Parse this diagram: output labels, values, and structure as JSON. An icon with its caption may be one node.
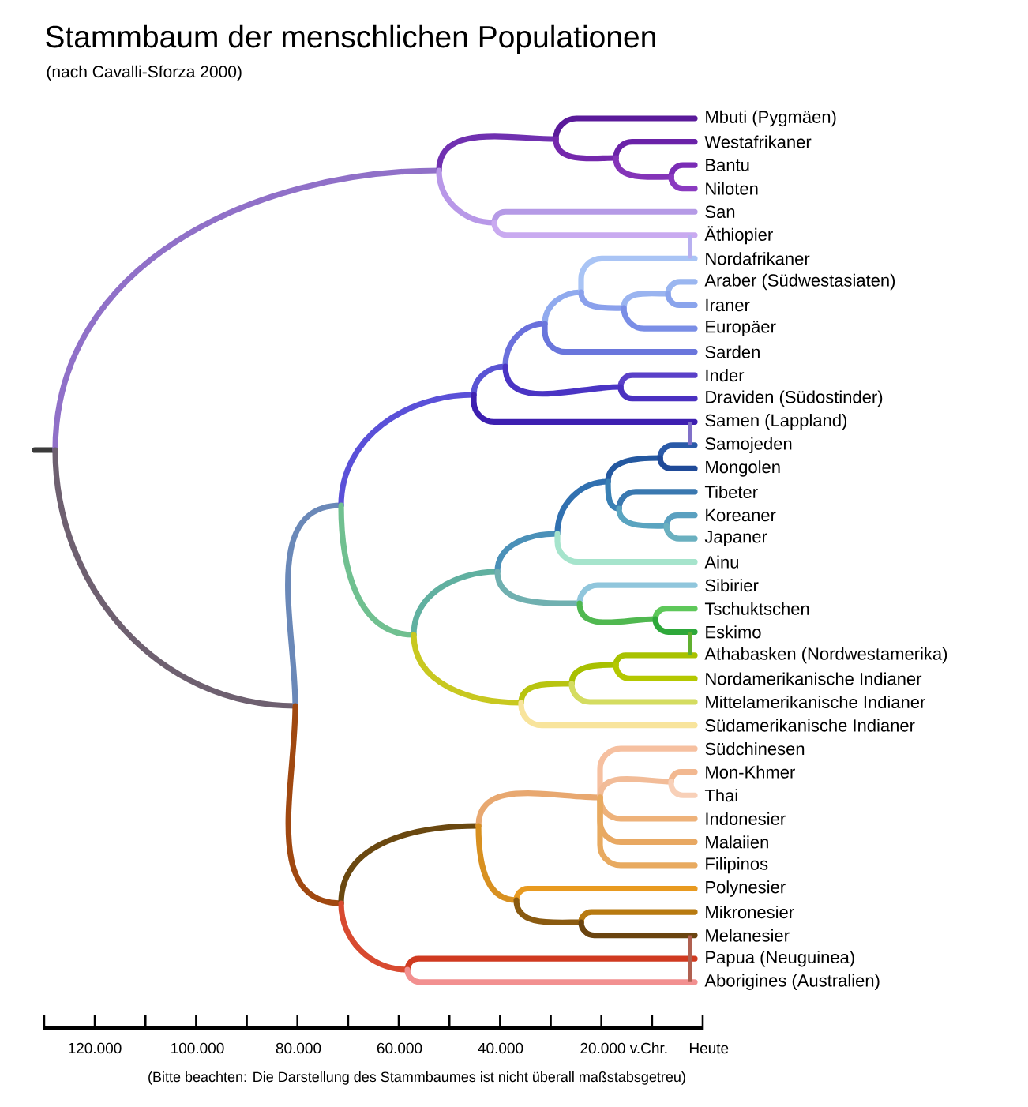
{
  "diagram": {
    "title": "Stammbaum der menschlichen Populationen",
    "caption": "(Bitte beachten: Die Darstellung des Stammbaumes ist nicht überall maßstabsgetreu)",
    "labels": [
      "(nach Cavalli-Sforza 2000)",
      "Mbuti (Pygmäen)",
      "Westafrikaner",
      "Bantu",
      "Niloten",
      "San",
      "Äthiopier",
      "Nordafrikaner",
      "Araber (Südwestasiaten)",
      "Iraner",
      "Europäer",
      "Sarden",
      "Inder",
      "Draviden (Südostinder)",
      "Samen (Lappland)",
      "Samojeden",
      "Mongolen",
      "Tibeter",
      "Koreaner",
      "Japaner",
      "Ainu",
      "Sibirier",
      "Tschuktschen",
      "Eskimo",
      "Athabasken (Nordwestamerika)",
      "Nordamerikanische Indianer",
      "Mittelamerikanische Indianer",
      "Südamerikanische Indianer",
      "Südchinesen",
      "Mon-Khmer",
      "Thai",
      "Indonesier",
      "Malaiien",
      "Filipinos",
      "Polynesier",
      "Mikronesier",
      "Melanesier",
      "Papua (Neuguinea)",
      "Aborigines (Australien)",
      "120.000",
      "100.000",
      "80.000",
      "60.000",
      "40.000",
      "20.000 v.Chr.",
      "Heute"
    ]
  }
}
